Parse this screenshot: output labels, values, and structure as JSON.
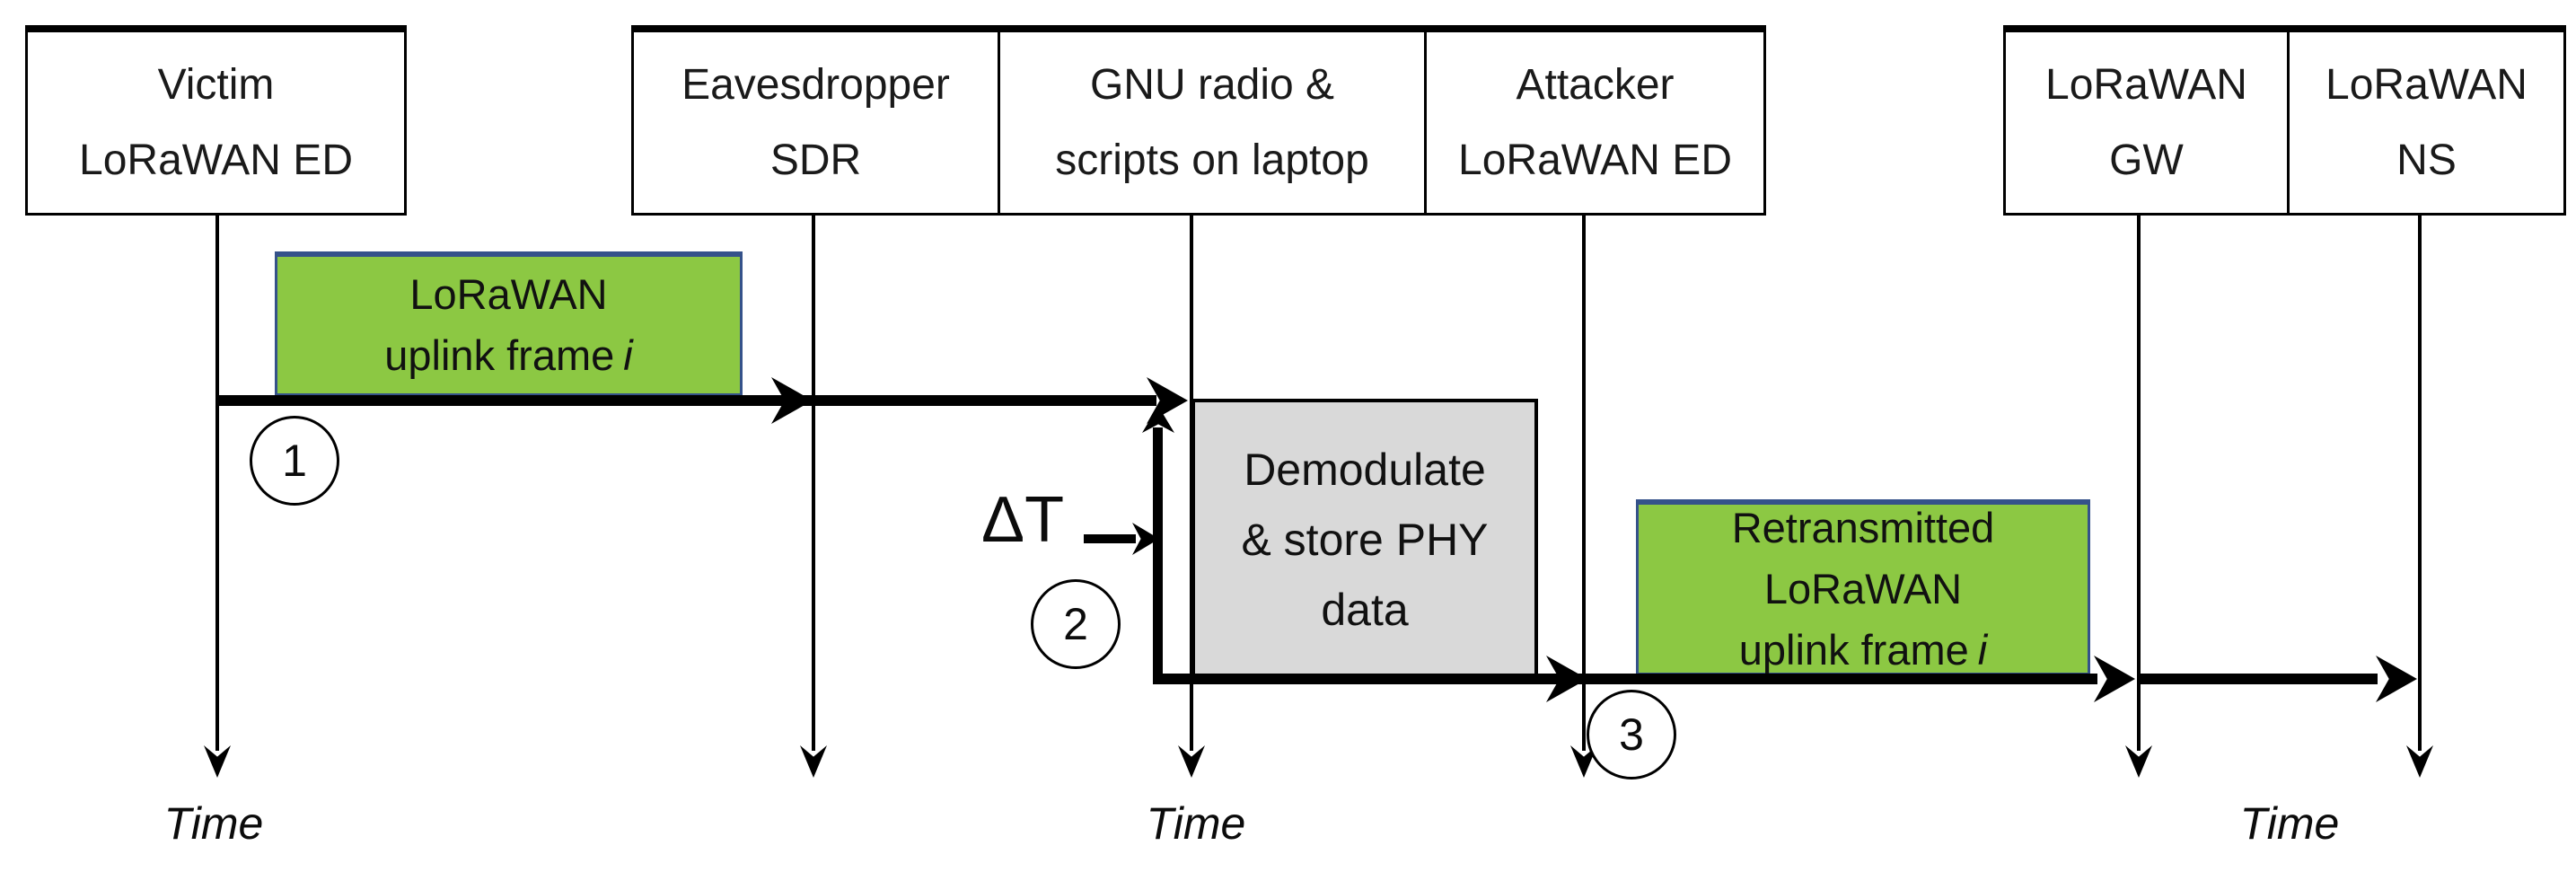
{
  "diagram_type": "sequence-diagram",
  "actors": [
    {
      "id": "victim-ed",
      "label_lines": [
        "Victim",
        "LoRaWAN ED"
      ]
    },
    {
      "id": "eavesdropper",
      "label_lines": [
        "Eavesdropper",
        "SDR"
      ]
    },
    {
      "id": "gnu-radio",
      "label_lines": [
        "GNU radio &",
        "scripts on laptop"
      ]
    },
    {
      "id": "attacker-ed",
      "label_lines": [
        "Attacker",
        "LoRaWAN ED"
      ]
    },
    {
      "id": "lorawan-gw",
      "label_lines": [
        "LoRaWAN",
        "GW"
      ]
    },
    {
      "id": "lorawan-ns",
      "label_lines": [
        "LoRaWAN",
        "NS"
      ]
    }
  ],
  "frames": {
    "uplink": {
      "line1": "LoRaWAN",
      "line2": "uplink frame",
      "index": "i"
    },
    "retransmitted": {
      "line1": "Retransmitted",
      "line2": "LoRaWAN",
      "line3": "uplink frame",
      "index": "i"
    }
  },
  "process_box": {
    "line1": "Demodulate",
    "line2": "& store PHY",
    "line3": "data"
  },
  "annotations": {
    "delay": "ΔT",
    "step1": "1",
    "step2": "2",
    "step3": "3",
    "time": "Time"
  },
  "colors": {
    "frame-fill": "#8CC843",
    "frame-border": "#35528A",
    "process-fill": "#D9D9D9",
    "ink": "#000000"
  }
}
